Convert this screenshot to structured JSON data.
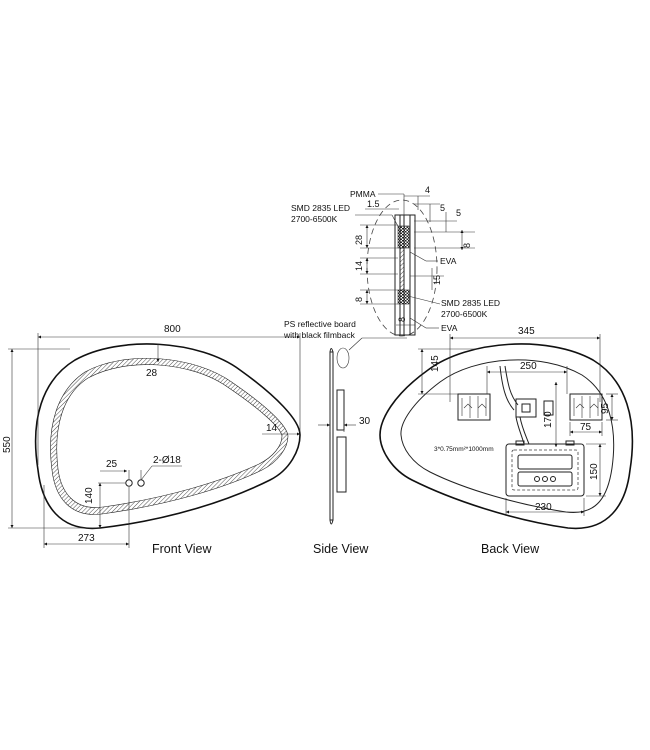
{
  "front_view": {
    "label": "Front View",
    "dims": {
      "width": "800",
      "height": "550",
      "led_inset": "28",
      "edge": "14",
      "bottom_offset": "273",
      "sensor_height": "140",
      "sensor_spacing": "25",
      "sensor_holes": "2-Ø18"
    }
  },
  "side_view": {
    "label": "Side View",
    "dims": {
      "thickness": "30"
    },
    "callout": "PS reflective board\nwith black filmback"
  },
  "back_view": {
    "label": "Back View",
    "dims": {
      "bracket_span": "345",
      "bracket_inner": "250",
      "top_offset": "145",
      "vertical": "170",
      "bracket_height": "95",
      "bracket_width": "75",
      "driver_height": "150",
      "driver_width": "230"
    },
    "cable_note": "3*0.75mm²*1000mm"
  },
  "detail": {
    "labels": {
      "pmma": "PMMA",
      "led_top_1": "SMD 2835 LED",
      "led_top_2": "2700-6500K",
      "eva_top": "EVA",
      "led_bottom_1": "SMD 2835 LED",
      "led_bottom_2": "2700-6500K",
      "eva_bottom": "EVA"
    },
    "dims": {
      "d4": "4",
      "d1_5": "1.5",
      "d5a": "5",
      "d5b": "5",
      "d28": "28",
      "d8a": "8",
      "d14": "14",
      "d15": "15",
      "d8b": "8",
      "d8c": "8"
    }
  }
}
